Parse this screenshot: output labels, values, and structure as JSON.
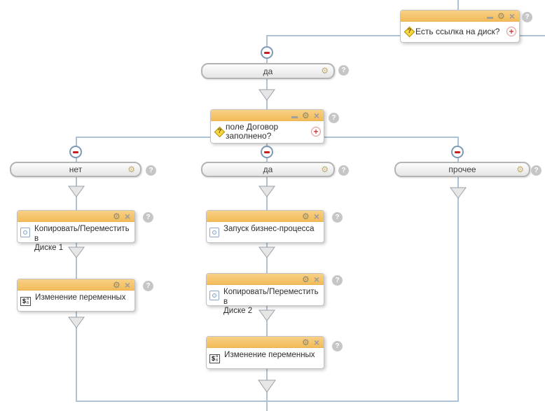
{
  "colors": {
    "connector_line": "#aec3d6",
    "header_orange": "#f6c76c",
    "collapse_minus_red": "#c61f1f",
    "add_plus_red": "#c93a3a",
    "condition_diamond_yellow": "#f8d73e",
    "help_gray": "#c6c6c6"
  },
  "icons": {
    "gear": "⚙",
    "close": "×",
    "help": "?",
    "plus": "+",
    "question": "?"
  },
  "vars_icon": {
    "dollar": "$",
    "letter_top": "а",
    "letter_bottom": "б"
  },
  "flow": {
    "condition_top": {
      "title": "Есть ссылка на диск?"
    },
    "branch_yes_top": {
      "label": "да"
    },
    "condition_contract": {
      "title_lines": [
        "поле Договор",
        "заполнено?"
      ]
    },
    "branches": {
      "no": {
        "label": "нет"
      },
      "yes": {
        "label": "да"
      },
      "other": {
        "label": "прочее"
      }
    },
    "activities": {
      "copy_disk1": {
        "title_lines": [
          "Копировать/Переместить в",
          "Диске 1"
        ]
      },
      "set_vars_left": {
        "title_lines": [
          "Изменение переменных"
        ]
      },
      "start_bp": {
        "title_lines": [
          "Запуск бизнес-процесса"
        ]
      },
      "copy_disk2": {
        "title_lines": [
          "Копировать/Переместить в",
          "Диске 2"
        ]
      },
      "set_vars_mid": {
        "title_lines": [
          "Изменение переменных"
        ]
      }
    }
  }
}
